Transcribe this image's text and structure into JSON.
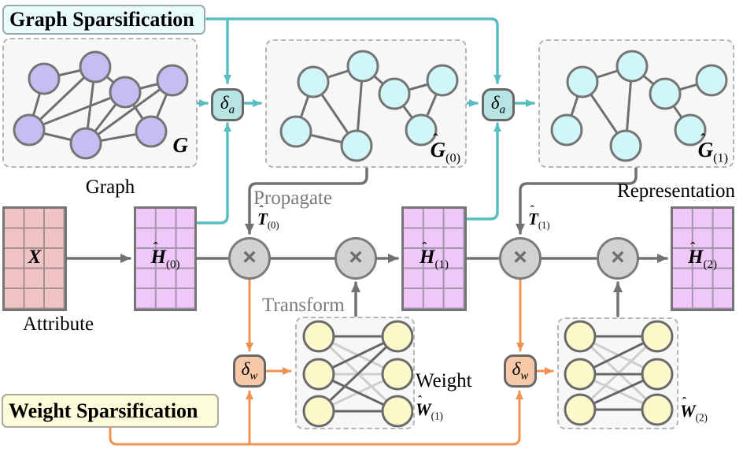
{
  "banners": {
    "graph_sparsification": "Graph Sparsification",
    "weight_sparsification": "Weight Sparsification"
  },
  "captions": {
    "graph": "Graph",
    "attribute": "Attribute",
    "propagate": "Propagate",
    "transform": "Transform",
    "weight": "Weight",
    "representation": "Representation"
  },
  "math": {
    "g": {
      "hat": "",
      "letter": "G",
      "sub": ""
    },
    "g0": {
      "hat": "ˆ",
      "letter": "G",
      "sub": "(0)"
    },
    "g1": {
      "hat": "ˆ",
      "letter": "G",
      "sub": "(1)"
    },
    "x": {
      "hat": "",
      "letter": "X",
      "sub": ""
    },
    "h0": {
      "hat": "ˆ",
      "letter": "H",
      "sub": "(0)"
    },
    "h1": {
      "hat": "ˆ",
      "letter": "H",
      "sub": "(1)"
    },
    "h2": {
      "hat": "ˆ",
      "letter": "H",
      "sub": "(2)"
    },
    "t0": {
      "hat": "ˆ",
      "letter": "T",
      "sub": "(0)"
    },
    "t1": {
      "hat": "ˆ",
      "letter": "T",
      "sub": "(1)"
    },
    "w1": {
      "hat": "ˆ",
      "letter": "W",
      "sub": "(1)"
    },
    "w2": {
      "hat": "ˆ",
      "letter": "W",
      "sub": "(2)"
    },
    "delta_a": {
      "letter": "δ",
      "sub": "a"
    },
    "delta_w": {
      "letter": "δ",
      "sub": "w"
    },
    "times": "×"
  },
  "colors": {
    "teal_flow": "#58bec1",
    "orange_flow": "#f19150",
    "gray_flow": "#717171",
    "node_purple": "#c5bef2",
    "node_cyan": "#d0f6f7",
    "node_yellow": "#fcf8ca",
    "matrix_pink": "#f0c4c4",
    "matrix_violet": "#efc7f8",
    "banner_cyan": "#eafbfc",
    "banner_yellow": "#fcfcdb",
    "pruned_edge": "#cecece"
  }
}
